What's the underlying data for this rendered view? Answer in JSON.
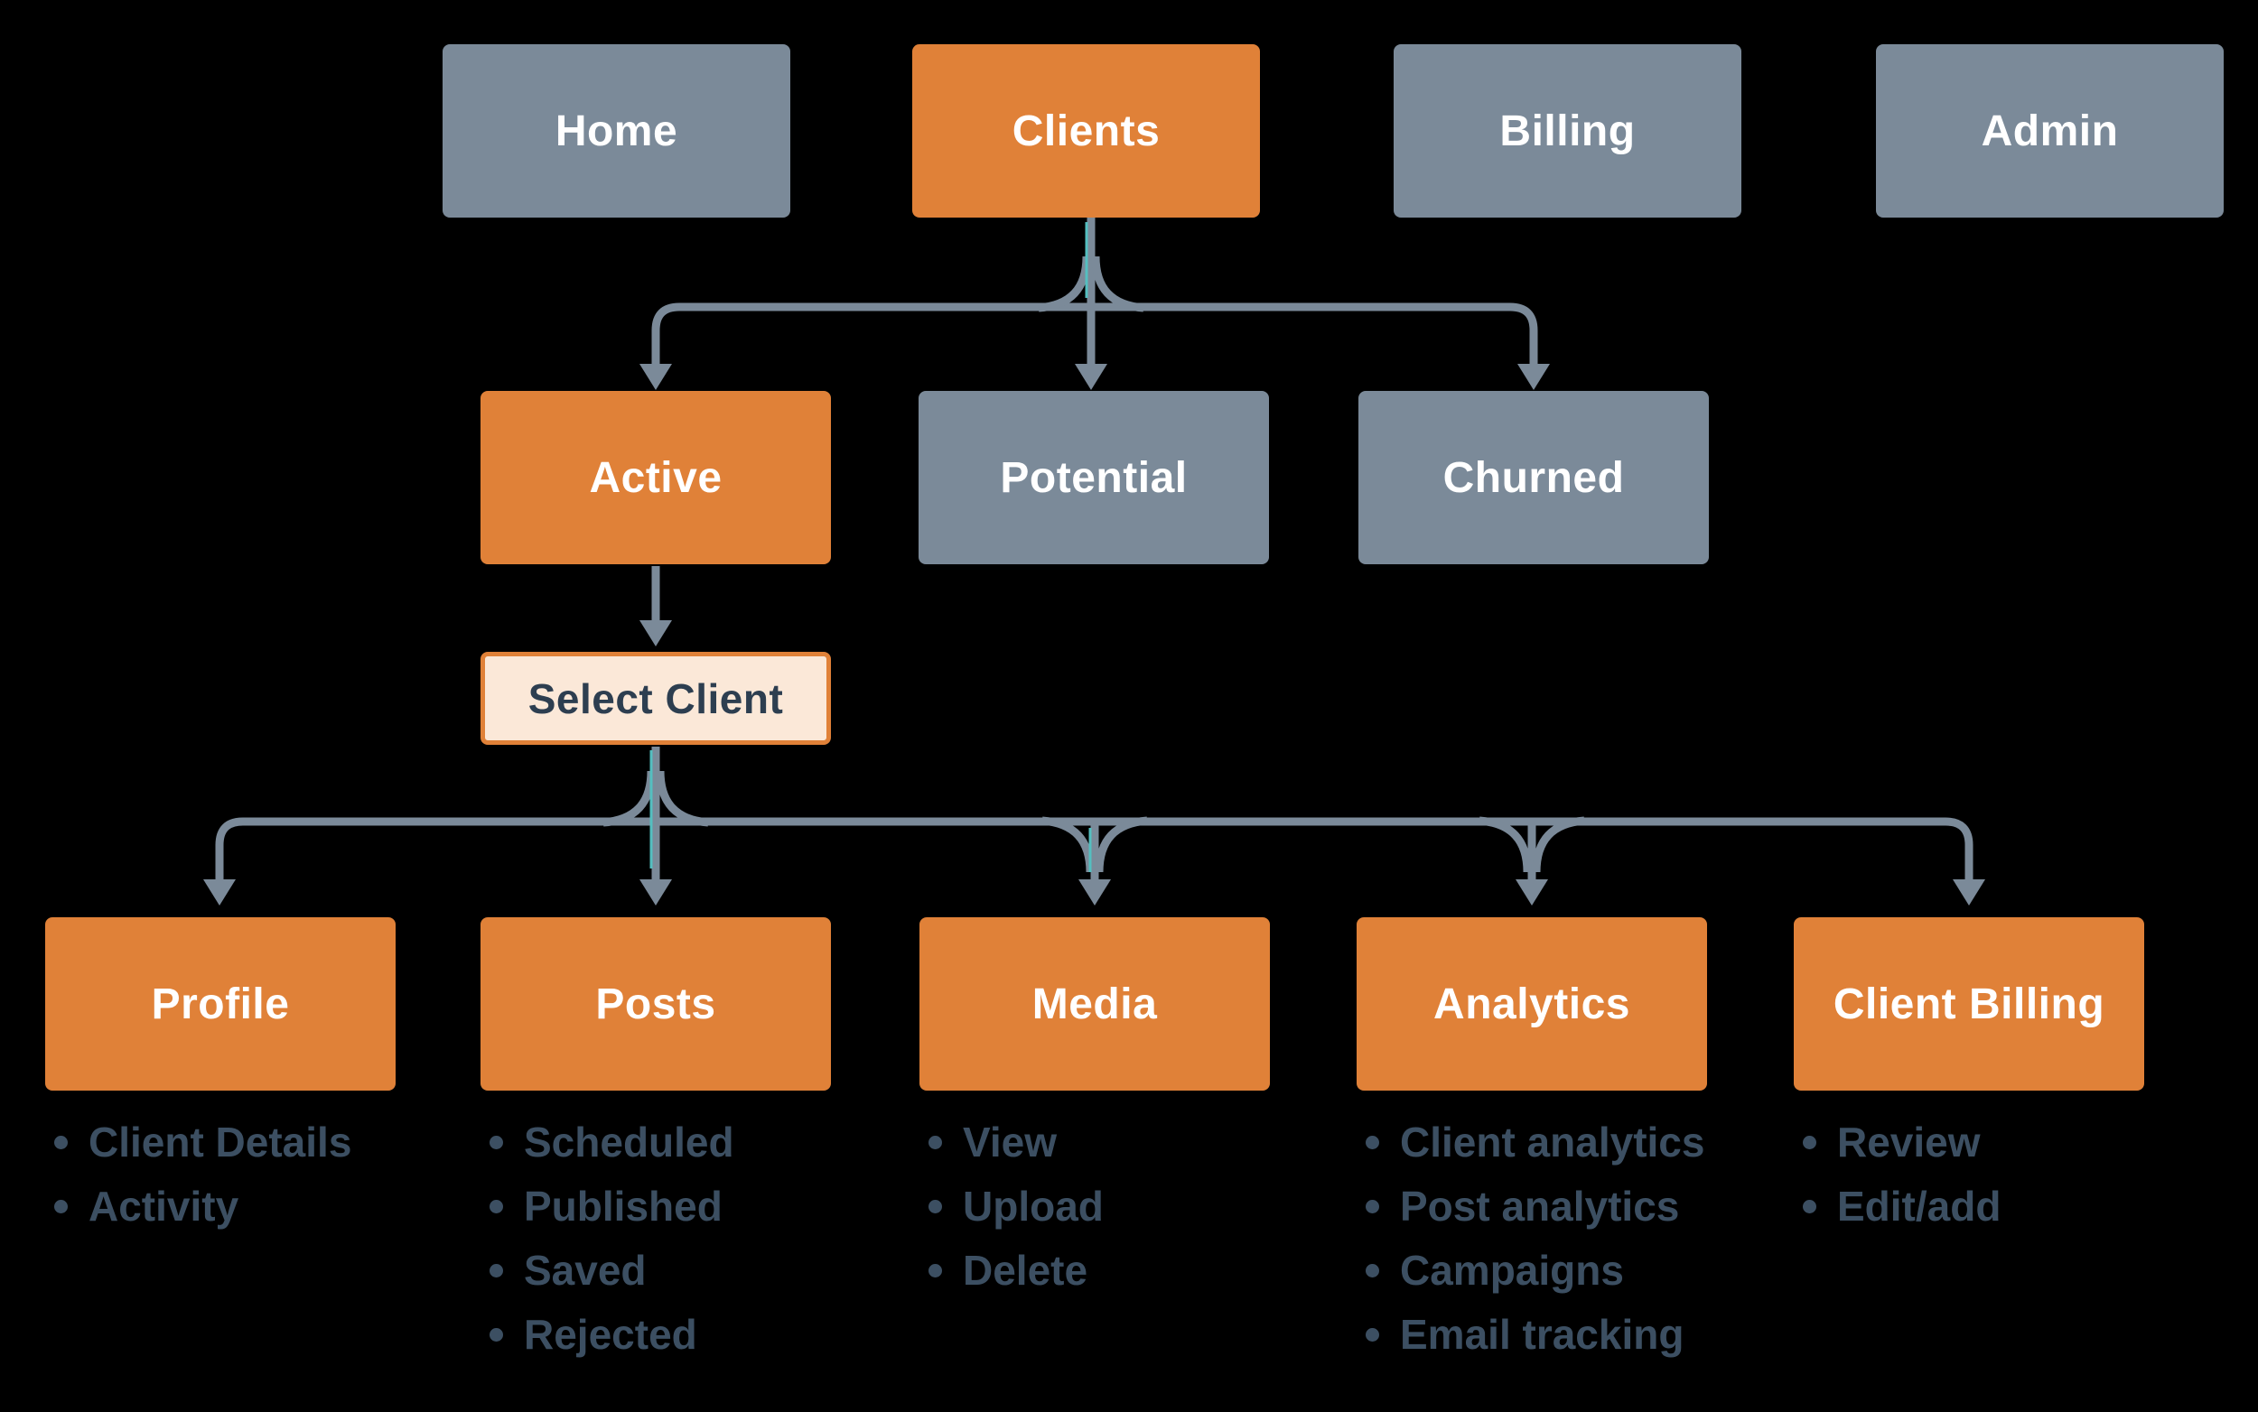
{
  "palette": {
    "bg": "#000000",
    "orange": "#e08138",
    "gray": "#7b8a99",
    "box_text": "#ffffff",
    "connector": "#7b8a99",
    "teal_accent": "#54bfc0",
    "select_fill": "#fbe8d8",
    "select_border": "#e08138",
    "select_text": "#2d3e50",
    "bullet_text": "#3c4f62"
  },
  "nav": {
    "items": [
      {
        "id": "home",
        "label": "Home",
        "variant": "gray"
      },
      {
        "id": "clients",
        "label": "Clients",
        "variant": "orange"
      },
      {
        "id": "billing",
        "label": "Billing",
        "variant": "gray"
      },
      {
        "id": "admin",
        "label": "Admin",
        "variant": "gray"
      }
    ]
  },
  "client_types": {
    "items": [
      {
        "id": "active",
        "label": "Active",
        "variant": "orange"
      },
      {
        "id": "potential",
        "label": "Potential",
        "variant": "gray"
      },
      {
        "id": "churned",
        "label": "Churned",
        "variant": "gray"
      }
    ]
  },
  "select_client": {
    "label": "Select Client"
  },
  "client_sections": {
    "items": [
      {
        "id": "profile",
        "label": "Profile",
        "bullets": [
          "Client Details",
          "Activity"
        ]
      },
      {
        "id": "posts",
        "label": "Posts",
        "bullets": [
          "Scheduled",
          "Published",
          "Saved",
          "Rejected"
        ]
      },
      {
        "id": "media",
        "label": "Media",
        "bullets": [
          "View",
          "Upload",
          "Delete"
        ]
      },
      {
        "id": "analytics",
        "label": "Analytics",
        "bullets": [
          "Client analytics",
          "Post analytics",
          "Campaigns",
          "Email tracking"
        ]
      },
      {
        "id": "client-billing",
        "label": "Client Billing",
        "bullets": [
          "Review",
          "Edit/add"
        ]
      }
    ]
  }
}
